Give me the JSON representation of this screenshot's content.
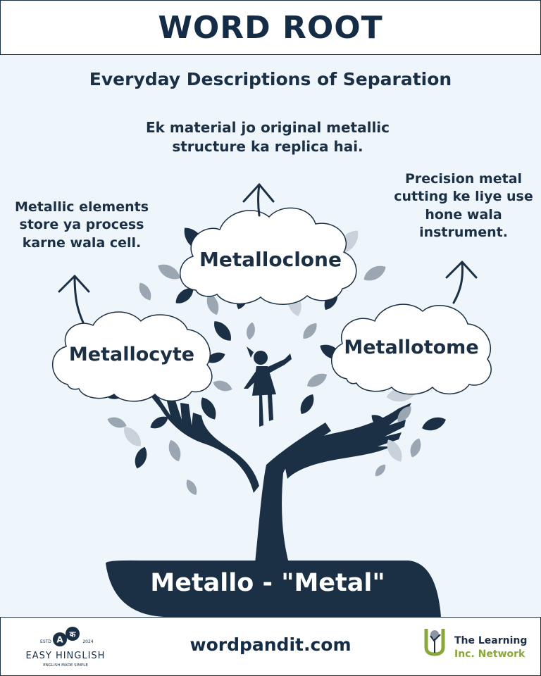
{
  "header": {
    "title": "WORD ROOT"
  },
  "subtitle": "Everyday Descriptions of Separation",
  "words": {
    "center": {
      "word": "Metalloclone",
      "description": "Ek material jo original metallic structure ka replica hai."
    },
    "left": {
      "word": "Metallocyte",
      "description": "Metallic elements store ya process karne wala cell."
    },
    "right": {
      "word": "Metallotome",
      "description": "Precision metal cutting ke liye use hone wala instrument."
    }
  },
  "root": {
    "text": "Metallo - \"Metal\""
  },
  "footer": {
    "site": "wordpandit.com",
    "left_logo": {
      "name": "EASY HINGLISH",
      "tagline": "ENGLISH MADE SIMPLE",
      "estd": "ESTD",
      "year": "2024",
      "badge_a": "A",
      "badge_k": "क"
    },
    "right_logo": {
      "line1": "The Learning",
      "line2": "Inc. Network"
    }
  },
  "colors": {
    "navy": "#1b2f45",
    "background": "#eef6fb",
    "leaf_light": "#9aa6b2",
    "leaf_pale": "#c9d2da",
    "brand_green": "#8aa83a"
  }
}
